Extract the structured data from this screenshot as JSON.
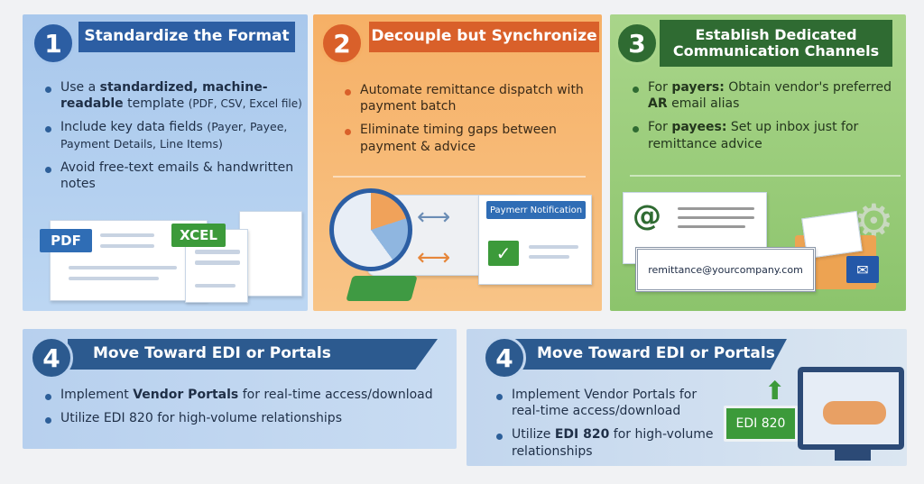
{
  "panels": [
    {
      "number": "1",
      "title": "Standardize the Format",
      "color": "#2c5ea3",
      "bullets": [
        {
          "parts": [
            "Use a ",
            "standardized, machine-readable",
            " template ",
            "(PDF, CSV, Excel file)"
          ]
        },
        {
          "parts": [
            "Include key data fields ",
            "(Payer, Payee, Payment Details, Line Items)"
          ]
        },
        {
          "parts": [
            "Avoid free-text emails & handwritten notes"
          ]
        }
      ],
      "illustration": {
        "pdf_label": "PDF",
        "xcel_label": "XCEL"
      }
    },
    {
      "number": "2",
      "title": "Decouple but Synchronize",
      "color": "#d9602a",
      "bullets": [
        {
          "parts": [
            "Automate remittance dispatch with payment batch"
          ]
        },
        {
          "parts": [
            "Eliminate timing gaps between payment & advice"
          ]
        }
      ],
      "illustration": {
        "notification_label": "Paymerr Notification",
        "icons": [
          "clock-icon",
          "sync-arrows-icon",
          "money-stack-icon",
          "checkmark-icon"
        ]
      }
    },
    {
      "number": "3",
      "title_line1": "Establish Dedicated",
      "title_line2": "Communication Channels",
      "color": "#2f6b32",
      "bullets": [
        {
          "parts": [
            "For ",
            "payers:",
            " Obtain vendor's preferred ",
            "AR",
            " email alias"
          ]
        },
        {
          "parts": [
            "For ",
            "payees:",
            " Set up inbox just for remittance advice"
          ]
        }
      ],
      "illustration": {
        "at_symbol": "@",
        "email": "remittance@yourcompany.com",
        "icons": [
          "gear-icon",
          "envelope-icon"
        ]
      }
    },
    {
      "number": "4",
      "title": "Move Toward EDI or Portals",
      "color": "#2c5a8f",
      "bullets": [
        {
          "parts": [
            "Implement ",
            "Vendor Portals",
            " for real-time access/download"
          ]
        },
        {
          "parts": [
            "Utilize EDI 820 for high-volume relationships"
          ]
        }
      ]
    },
    {
      "number": "4",
      "title": "Move Toward EDI or Portals",
      "color": "#2c5a8f",
      "bullets": [
        {
          "parts": [
            "Implement Vendor Portals for real-time access/download"
          ]
        },
        {
          "parts": [
            "Utilize ",
            "EDI 820",
            " for high-volume relationships"
          ]
        }
      ],
      "illustration": {
        "edi_label": "EDI 820",
        "icons": [
          "handshake-icon",
          "monitor-icon",
          "upload-arrow-icon"
        ]
      }
    }
  ]
}
